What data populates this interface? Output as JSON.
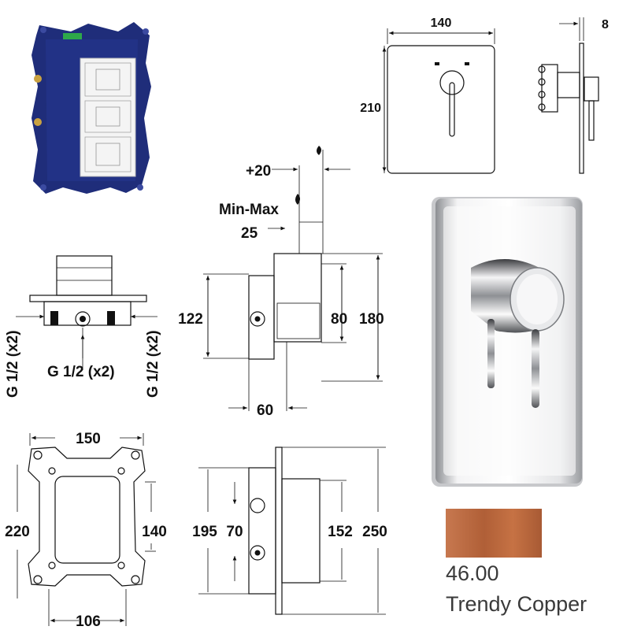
{
  "plate_dims": {
    "width": "140",
    "height": "210",
    "depth": "8"
  },
  "section_dims": {
    "plus20": "+20",
    "minmax": "Min-Max",
    "d25": "25",
    "d122": "122",
    "d80": "80",
    "d180": "180",
    "d60": "60"
  },
  "connections": {
    "left": "G 1/2 (x2)",
    "center": "G 1/2 (x2)",
    "right": "G 1/2 (x2)"
  },
  "frame_dims": {
    "w150": "150",
    "h220": "220",
    "h140": "140",
    "w106": "106"
  },
  "side_dims": {
    "d195": "195",
    "d70": "70",
    "d152": "152",
    "d250": "250"
  },
  "finish": {
    "code": "46.00",
    "name": "Trendy Copper",
    "color": "#b8643a"
  },
  "colors": {
    "box_blue": "#1f2d7a",
    "chrome": "#d9dadc",
    "copper": "#b8643a"
  }
}
